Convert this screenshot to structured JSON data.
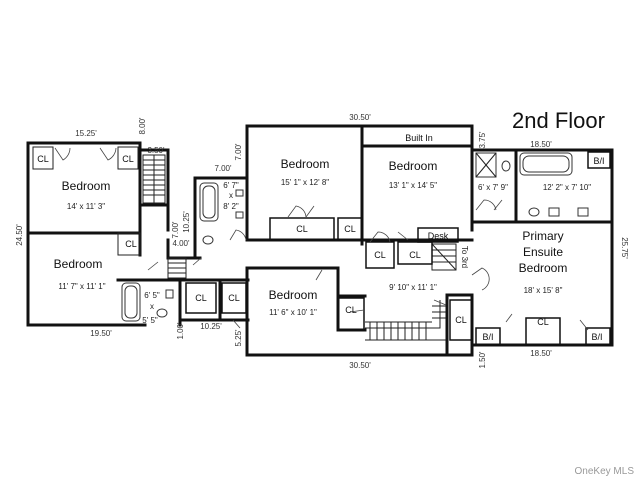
{
  "title": "2nd Floor",
  "watermark": "OneKey MLS",
  "rooms": {
    "bedroom_nw": {
      "name": "Bedroom",
      "dims": "14' x 11' 3\""
    },
    "bedroom_sw": {
      "name": "Bedroom",
      "dims": "11' 7\" x 11' 1\""
    },
    "bedroom_top1": {
      "name": "Bedroom",
      "dims": "15' 1\" x 12' 8\""
    },
    "bedroom_top2": {
      "name": "Bedroom",
      "dims": "13' 1\" x 14' 5\""
    },
    "bedroom_mid": {
      "name": "Bedroom",
      "dims": "11' 6\" x 10' 1\""
    },
    "primary": {
      "line1": "Primary",
      "line2": "Ensuite",
      "line3": "Bedroom",
      "dims": "18' x 15' 8\""
    },
    "hall": {
      "dims": "9' 10\" x 11' 1\""
    }
  },
  "baths": {
    "bath_a": {
      "w": "6' 7\"",
      "x": "x",
      "h": "8' 2\""
    },
    "bath_b": {
      "w": "6' 5\"",
      "x": "x",
      "h": "5' 5\""
    },
    "bath_c": {
      "dims": "6' x 7' 9\""
    },
    "bath_d": {
      "dims": "12' 2\" x 7' 10\""
    }
  },
  "labels": {
    "cl": "CL",
    "bi": "B/I",
    "desk": "Desk",
    "built_in": "Built In",
    "to_3rd": "To 3rd"
  },
  "ext_dims": {
    "d1525": "15.25'",
    "d800": "8.00'",
    "d350": "3.50'",
    "d2450": "24.50'",
    "d1950": "19.50'",
    "d700a": "7.00'",
    "d700b": "7.00'",
    "d700c": "7.00'",
    "d1025a": "10.25'",
    "d400": "4.00'",
    "d100": "1.00'",
    "d1025b": "10.25'",
    "d525": "5.25'",
    "d3050a": "30.50'",
    "d3050b": "30.50'",
    "d375": "3.75'",
    "d1850a": "18.50'",
    "d2575": "25.75'",
    "d1850b": "18.50'",
    "d150": "1.50'"
  }
}
